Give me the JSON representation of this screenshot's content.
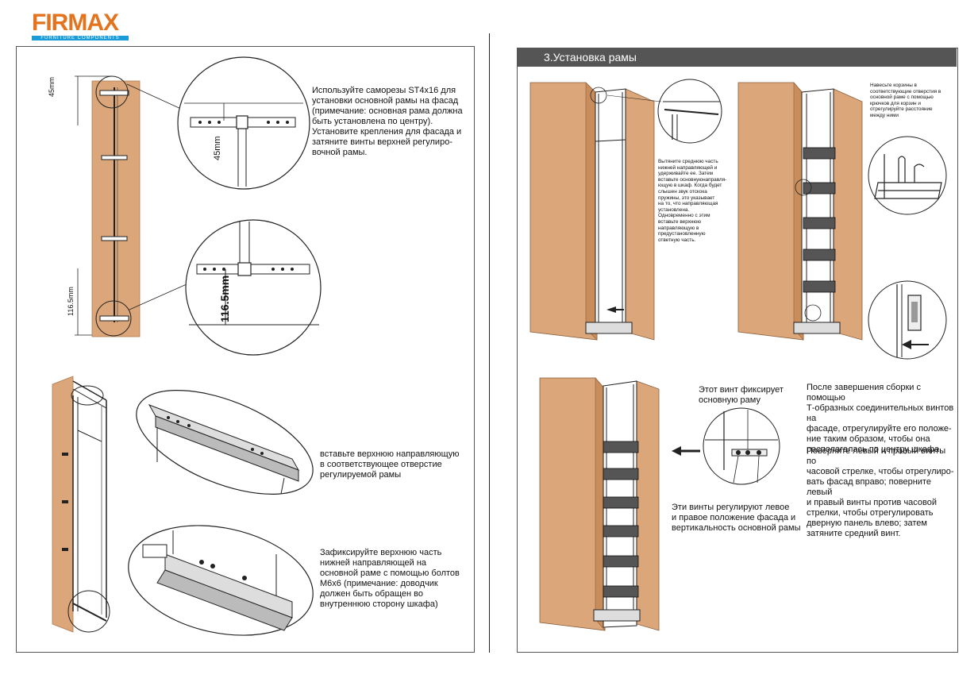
{
  "brand": {
    "name": "FIRMAX",
    "tagline": "FURNITURE COMPONENTS",
    "orange": "#e4731e",
    "blue": "#1a9cd8"
  },
  "colors": {
    "wood": "#dba77a",
    "wood_dark": "#c98d5c",
    "header_bg": "#555555",
    "line": "#222222"
  },
  "left_page": {
    "dim_top": "45mm",
    "dim_top_detail": "45mm",
    "dim_bottom": "116.5mm",
    "dim_bottom_detail": "116.5mm",
    "note_screws": "Используйте саморезы ST4x16 для\nустановки основной рамы на фасад\n(примечание: основная рама должна\nбыть установлена по центру).\nУстановите крепления для фасада и\nзатяните винты верхней регулиро-\nвочной рамы.",
    "note_top_guide": "вставьте верхнюю направляющую\nв соответствующее отверстие\nрегулируемой рамы",
    "note_bottom_guide": "Зафиксируйте верхнюю часть\nнижней направляющей на\nосновной раме с помощью болтов\nМ6х6 (примечание: доводчик\nдолжен быть обращен во\nвнутреннюю сторону шкафа)"
  },
  "right_page": {
    "section_title": "3.Установка рамы",
    "note_pull_middle": "Вытяните среднюю часть\nнижней направляющей и\nудерживайте ее. Затем\nвставьте основнуюнаправля-\nющую в шкаф. Когда  будет\nслышен звук отскока\nпружины, это указывает\nна то, что направляющая\nустановлена.\nОдновременно с этим\nвставьте верхнюю\nнаправляющую в\nпредустановленную\nответную часть.",
    "note_baskets": "Навесьте корзины в\nсоответствующие отверстия в\nосновной раме с помощью\nкрючков для корзин и\nотрегулируйте расстояние\nмежду ними",
    "note_fix_screw": "Этот винт фиксирует\nосновную раму",
    "note_adjust_screws": "Эти винты регулируют левое\nи правое положение фасада и\nвертикальность основной рамы",
    "note_after_assembly": "После завершения сборки с помощью\nТ-образных соединительных винтов на\nфасаде,  отрегулируйте его положе-\nние таким образом, чтобы она\nрасполагалась по центру шкафа.",
    "note_turn_screws": "Поверните левый и правый винты по\nчасовой стрелке, чтобы отрегулиро-\nвать фасад вправо; поверните левый\nи правый винты против часовой\nстрелки, чтобы отрегулировать\nдверную панель влево; затем\nзатяните средний винт."
  }
}
